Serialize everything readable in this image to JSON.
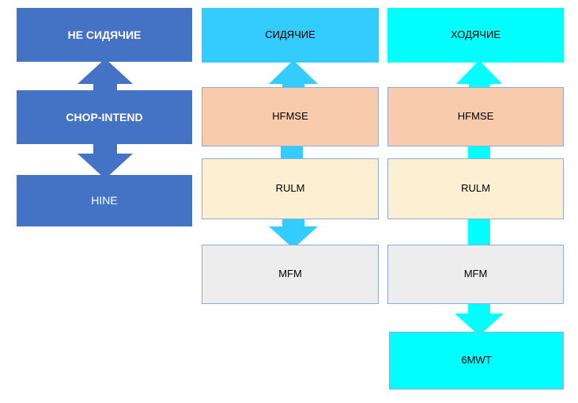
{
  "diagram": {
    "title": "",
    "type": "flowchart",
    "background": "#ffffff",
    "palette": {
      "royal_blue": "#4472C4",
      "sky_blue": "#33CCFF",
      "cyan": "#00FFFF",
      "peach": "#F8CBAD",
      "cream": "#FCEFD2",
      "light_grey": "#EDEDED",
      "node_border": "#8FAADC",
      "text_dark": "#000000",
      "text_light": "#FFFFFF"
    },
    "columns": [
      {
        "id": "col-non-sitters",
        "header": "НЕ СИДЯЧИЕ",
        "nodes": [
          {
            "id": "non-sitters",
            "label": "НЕ СИДЯЧИЕ"
          },
          {
            "id": "chop-intend",
            "label": "CHOP-INTEND"
          },
          {
            "id": "hine",
            "label": "HINE"
          }
        ]
      },
      {
        "id": "col-sitters",
        "header": "СИДЯЧИЕ",
        "nodes": [
          {
            "id": "sitters",
            "label": "СИДЯЧИЕ"
          },
          {
            "id": "hfmse-sitters",
            "label": "HFMSE"
          },
          {
            "id": "rulm-sitters",
            "label": "RULM"
          },
          {
            "id": "mfm-sitters",
            "label": "MFM"
          }
        ]
      },
      {
        "id": "col-walkers",
        "header": "ХОДЯЧИЕ",
        "nodes": [
          {
            "id": "walkers",
            "label": "ХОДЯЧИЕ"
          },
          {
            "id": "hfmse-walkers",
            "label": "HFMSE"
          },
          {
            "id": "rulm-walkers",
            "label": "RULM"
          },
          {
            "id": "mfm-walkers",
            "label": "MFM"
          },
          {
            "id": "6mwt",
            "label": "6MWT"
          }
        ]
      }
    ],
    "connectors": [
      {
        "id": "chop-to-non-sitters",
        "from": "chop-intend",
        "to": "non-sitters",
        "direction": "up",
        "shape": "block-arrow",
        "color": "#4472C4"
      },
      {
        "id": "chop-to-hine",
        "from": "chop-intend",
        "to": "hine",
        "direction": "down",
        "shape": "block-arrow",
        "color": "#4472C4"
      },
      {
        "id": "hfmse-to-sitters",
        "from": "hfmse-sitters",
        "to": "sitters",
        "direction": "up",
        "shape": "block-arrow",
        "color": "#33CCFF"
      },
      {
        "id": "hfmse-to-rulm-sitters",
        "from": "hfmse-sitters",
        "to": "rulm-sitters",
        "direction": "down",
        "shape": "bar",
        "color": "#33CCFF"
      },
      {
        "id": "rulm-to-mfm-sitters",
        "from": "rulm-sitters",
        "to": "mfm-sitters",
        "direction": "down",
        "shape": "block-arrow",
        "color": "#33CCFF"
      },
      {
        "id": "hfmse-to-walkers",
        "from": "hfmse-walkers",
        "to": "walkers",
        "direction": "up",
        "shape": "block-arrow",
        "color": "#00FFFF"
      },
      {
        "id": "hfmse-to-rulm-walkers",
        "from": "hfmse-walkers",
        "to": "rulm-walkers",
        "direction": "down",
        "shape": "bar",
        "color": "#00FFFF"
      },
      {
        "id": "rulm-to-mfm-walkers",
        "from": "rulm-walkers",
        "to": "mfm-walkers",
        "direction": "down",
        "shape": "bar",
        "color": "#00FFFF"
      },
      {
        "id": "mfm-to-6mwt-walkers",
        "from": "mfm-walkers",
        "to": "6mwt",
        "direction": "down",
        "shape": "block-arrow",
        "color": "#00FFFF"
      }
    ]
  }
}
